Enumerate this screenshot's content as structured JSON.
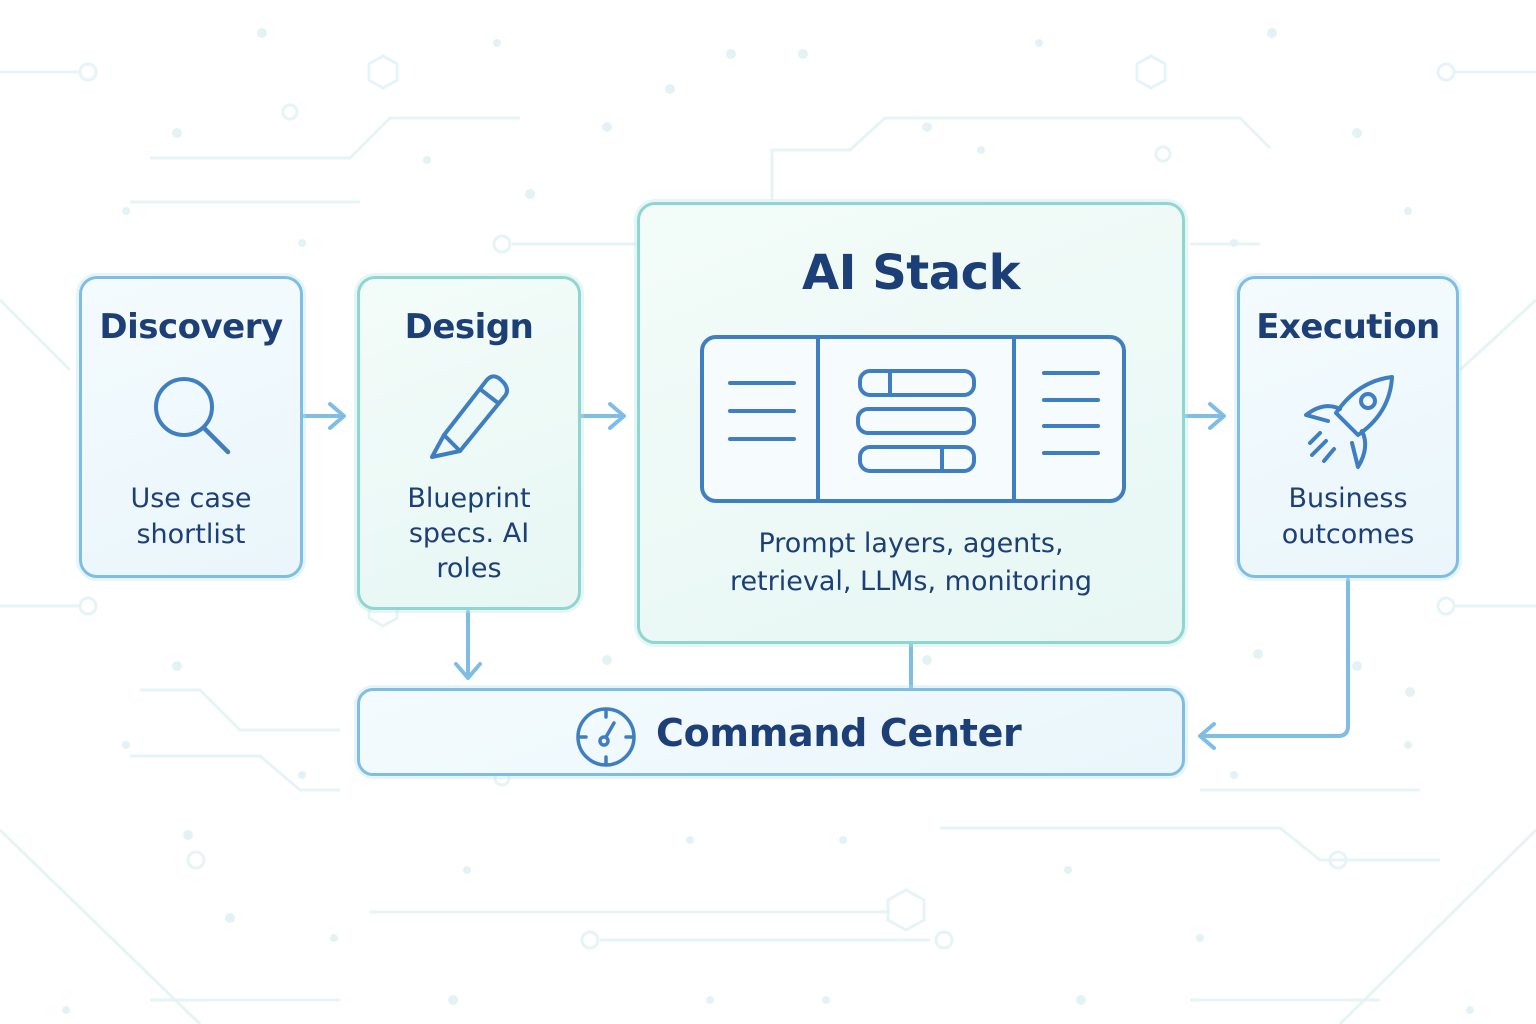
{
  "stages": {
    "discovery": {
      "title": "Discovery",
      "desc_lines": [
        "Use case",
        "shortlist"
      ],
      "icon": "magnifier-icon"
    },
    "design": {
      "title": "Design",
      "desc_lines": [
        "Blueprint",
        "specs. AI",
        "roles"
      ],
      "icon": "pencil-icon"
    },
    "ai_stack": {
      "title": "AI Stack",
      "desc_lines": [
        "Prompt layers, agents,",
        "retrieval, LLMs, monitoring"
      ],
      "icon": "stack-panel-icon"
    },
    "execution": {
      "title": "Execution",
      "desc_lines": [
        "Business",
        "outcomes"
      ],
      "icon": "rocket-icon"
    }
  },
  "command_center": {
    "label": "Command Center",
    "icon": "gauge-icon"
  },
  "colors": {
    "blue_border": "#7fbde4",
    "teal_border": "#8fd6cf",
    "text": "#1d3f78",
    "icon_stroke": "#3f7ec0",
    "arrow": "#7fbde4"
  }
}
